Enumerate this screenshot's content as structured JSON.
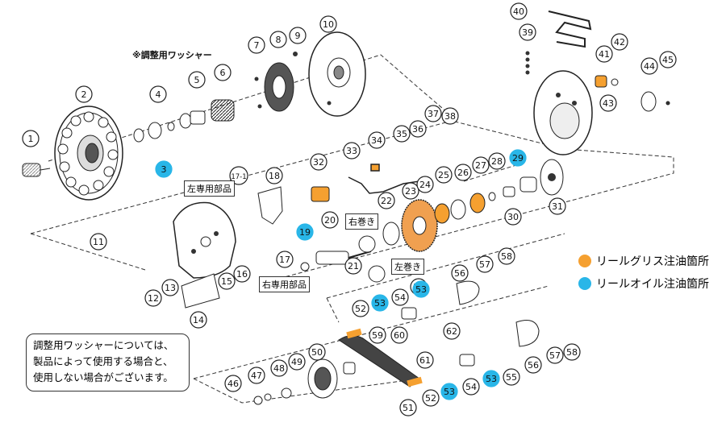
{
  "note_top": "※調整用ワッシャー",
  "labels": {
    "left_only": "左専用部品",
    "right_only": "右専用部品",
    "right_wind": "右巻き",
    "left_wind": "左巻き"
  },
  "legend": [
    {
      "text": "リールグリス注油箇所",
      "color": "#f5a030"
    },
    {
      "text": "リールオイル注油箇所",
      "color": "#29b6e8"
    }
  ],
  "info_box": {
    "line1": "調整用ワッシャーについては、",
    "line2": "製品によって使用する場合と、",
    "line3": "使用しない場合がございます。"
  },
  "callouts": [
    {
      "n": "1"
    },
    {
      "n": "2"
    },
    {
      "n": "3"
    },
    {
      "n": "4"
    },
    {
      "n": "5"
    },
    {
      "n": "6"
    },
    {
      "n": "7"
    },
    {
      "n": "8"
    },
    {
      "n": "9"
    },
    {
      "n": "10"
    },
    {
      "n": "11"
    },
    {
      "n": "12"
    },
    {
      "n": "13"
    },
    {
      "n": "14"
    },
    {
      "n": "15"
    },
    {
      "n": "16"
    },
    {
      "n": "17"
    },
    {
      "n": "17-1"
    },
    {
      "n": "18"
    },
    {
      "n": "19"
    },
    {
      "n": "20"
    },
    {
      "n": "21"
    },
    {
      "n": "22"
    },
    {
      "n": "23"
    },
    {
      "n": "24"
    },
    {
      "n": "25"
    },
    {
      "n": "26"
    },
    {
      "n": "27"
    },
    {
      "n": "28"
    },
    {
      "n": "29"
    },
    {
      "n": "30"
    },
    {
      "n": "31"
    },
    {
      "n": "32"
    },
    {
      "n": "33"
    },
    {
      "n": "34"
    },
    {
      "n": "35"
    },
    {
      "n": "36"
    },
    {
      "n": "37"
    },
    {
      "n": "38"
    },
    {
      "n": "39"
    },
    {
      "n": "40"
    },
    {
      "n": "41"
    },
    {
      "n": "42"
    },
    {
      "n": "43"
    },
    {
      "n": "44"
    },
    {
      "n": "45"
    },
    {
      "n": "46"
    },
    {
      "n": "47"
    },
    {
      "n": "48"
    },
    {
      "n": "49"
    },
    {
      "n": "50"
    },
    {
      "n": "51"
    },
    {
      "n": "52"
    },
    {
      "n": "53"
    },
    {
      "n": "54"
    },
    {
      "n": "55"
    },
    {
      "n": "56"
    },
    {
      "n": "57"
    },
    {
      "n": "58"
    },
    {
      "n": "59"
    },
    {
      "n": "60"
    },
    {
      "n": "61"
    },
    {
      "n": "62"
    },
    {
      "n": "52"
    },
    {
      "n": "53"
    },
    {
      "n": "54"
    },
    {
      "n": "55"
    },
    {
      "n": "56"
    },
    {
      "n": "57"
    },
    {
      "n": "58"
    },
    {
      "n": "53"
    },
    {
      "n": "53"
    }
  ],
  "colors": {
    "grease": "#f5a030",
    "oil": "#29b6e8",
    "line": "#222"
  }
}
